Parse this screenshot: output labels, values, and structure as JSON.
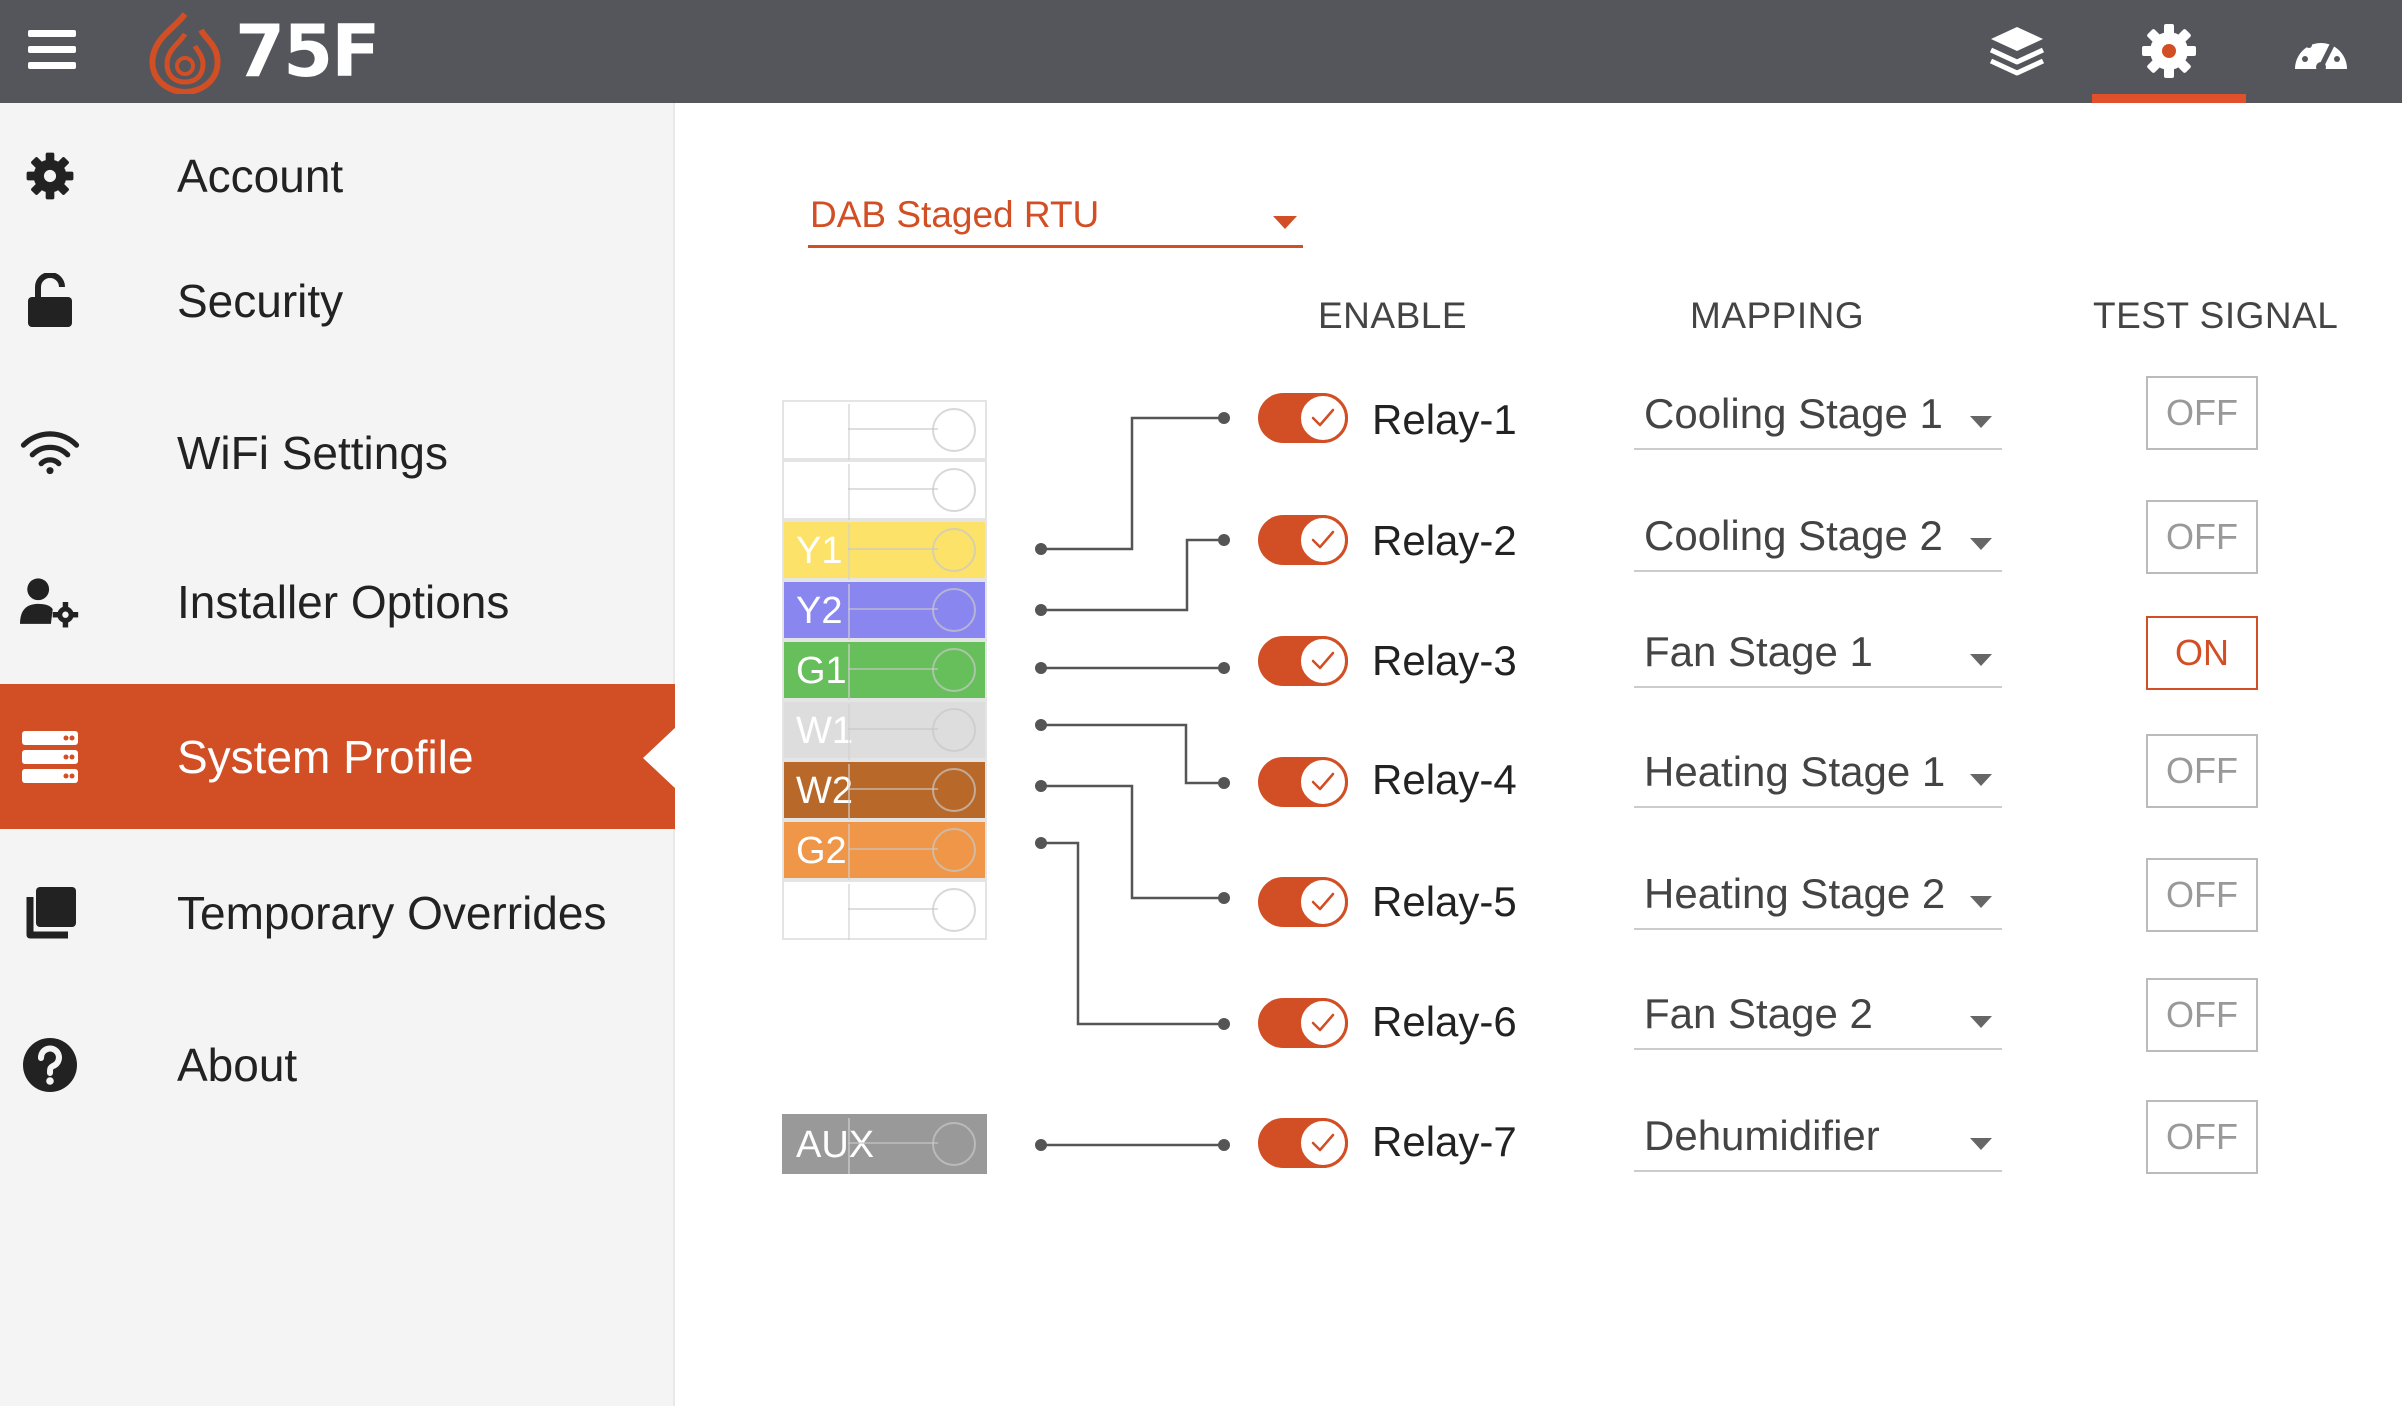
{
  "app": {
    "logo_text": "75F",
    "accent_color": "#d24e24",
    "topbar_icons": [
      "layers-icon",
      "settings-icon",
      "dashboard-gauge-icon"
    ],
    "active_top_icon": "settings-icon"
  },
  "sidebar": {
    "items": [
      {
        "label": "Account",
        "icon": "gear-icon"
      },
      {
        "label": "Security",
        "icon": "unlock-icon"
      },
      {
        "label": "WiFi Settings",
        "icon": "wifi-icon"
      },
      {
        "label": "Installer Options",
        "icon": "user-settings-icon"
      },
      {
        "label": "System Profile",
        "icon": "server-stack-icon",
        "active": true
      },
      {
        "label": "Temporary Overrides",
        "icon": "copy-icon"
      },
      {
        "label": "About",
        "icon": "help-circle-icon"
      }
    ]
  },
  "main": {
    "profile_select": {
      "value": "DAB Staged RTU"
    },
    "columns": {
      "enable": "ENABLE",
      "mapping": "MAPPING",
      "test_signal": "TEST SIGNAL"
    },
    "terminals": [
      {
        "label": "",
        "color": "#ffffff"
      },
      {
        "label": "",
        "color": "#ffffff"
      },
      {
        "label": "Y1",
        "color": "#fde26a"
      },
      {
        "label": "Y2",
        "color": "#8a86f0"
      },
      {
        "label": "G1",
        "color": "#66bf5a"
      },
      {
        "label": "W1",
        "color": "#dddddd"
      },
      {
        "label": "W2",
        "color": "#b8692a"
      },
      {
        "label": "G2",
        "color": "#ef9648"
      },
      {
        "label": "",
        "color": "#ffffff"
      },
      {
        "label": "AUX",
        "color": "#999999"
      }
    ],
    "relays": [
      {
        "label": "Relay-1",
        "enabled": true,
        "mapping": "Cooling Stage 1",
        "test": "OFF"
      },
      {
        "label": "Relay-2",
        "enabled": true,
        "mapping": "Cooling Stage 2",
        "test": "OFF"
      },
      {
        "label": "Relay-3",
        "enabled": true,
        "mapping": "Fan Stage 1",
        "test": "ON"
      },
      {
        "label": "Relay-4",
        "enabled": true,
        "mapping": "Heating Stage 1",
        "test": "OFF"
      },
      {
        "label": "Relay-5",
        "enabled": true,
        "mapping": "Heating Stage 2",
        "test": "OFF"
      },
      {
        "label": "Relay-6",
        "enabled": true,
        "mapping": "Fan Stage 2",
        "test": "OFF"
      },
      {
        "label": "Relay-7",
        "enabled": true,
        "mapping": "Dehumidifier",
        "test": "OFF"
      }
    ]
  }
}
